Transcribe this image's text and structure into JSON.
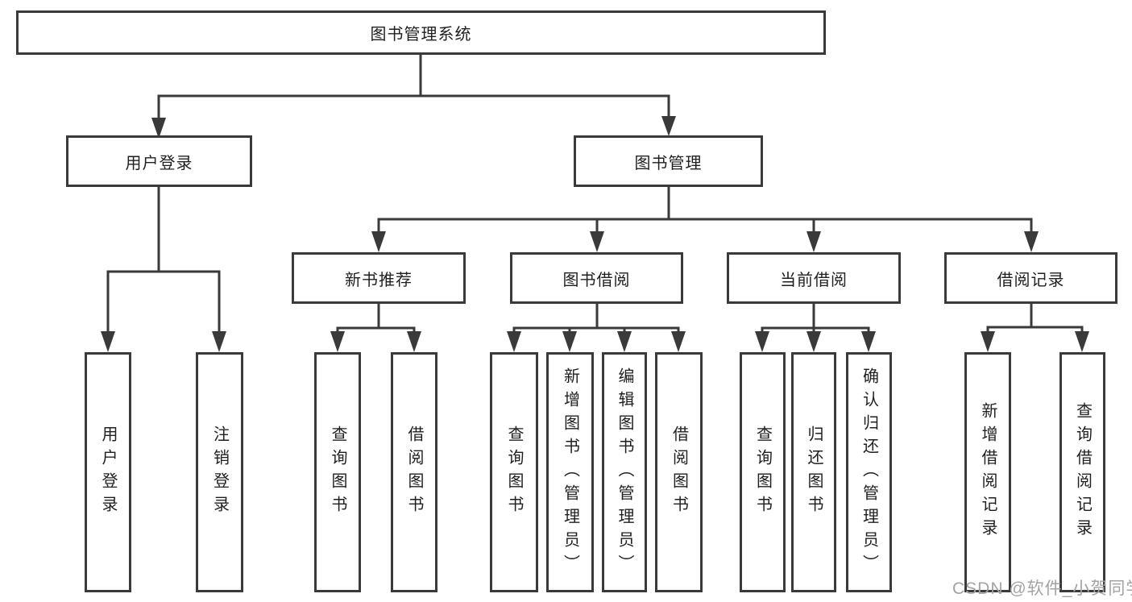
{
  "diagram": {
    "root": {
      "label": "图书管理系统"
    },
    "user_branch": {
      "label": "用户登录",
      "children": [
        {
          "label": "用户登录"
        },
        {
          "label": "注销登录"
        }
      ]
    },
    "book_branch": {
      "label": "图书管理",
      "modules": [
        {
          "label": "新书推荐",
          "children": [
            {
              "label": "查询图书"
            },
            {
              "label": "借阅图书"
            }
          ]
        },
        {
          "label": "图书借阅",
          "children": [
            {
              "label": "查询图书"
            },
            {
              "label": "新增图书（管理员）"
            },
            {
              "label": "编辑图书（管理员）"
            },
            {
              "label": "借阅图书"
            }
          ]
        },
        {
          "label": "当前借阅",
          "children": [
            {
              "label": "查询图书"
            },
            {
              "label": "归还图书"
            },
            {
              "label": "确认归还（管理员）"
            }
          ]
        },
        {
          "label": "借阅记录",
          "children": [
            {
              "label": "新增借阅记录"
            },
            {
              "label": "查询借阅记录"
            }
          ]
        }
      ]
    },
    "watermark": "CSDN @软件_小贺同学"
  },
  "colors": {
    "line": "#3a3a3a",
    "text": "#1f1f1f",
    "watermark": "#a3a3a3",
    "background": "#ffffff"
  }
}
